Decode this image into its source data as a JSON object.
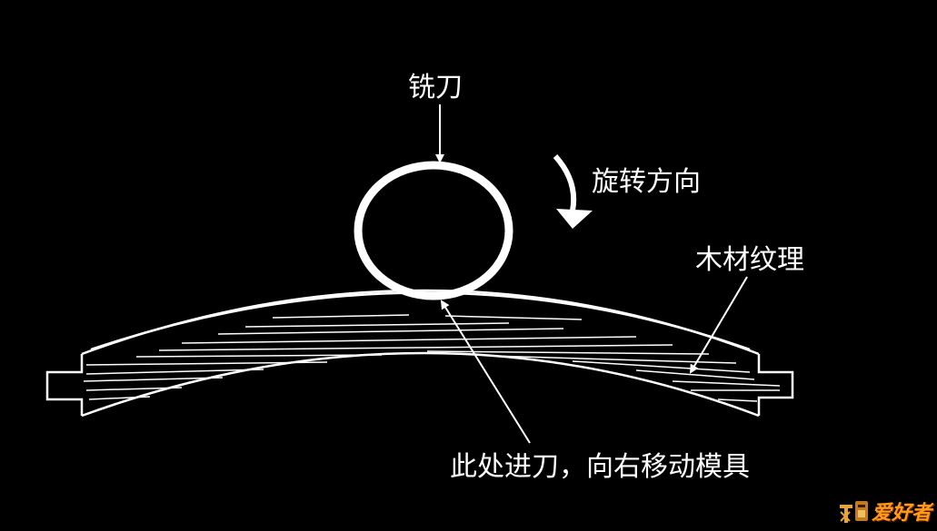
{
  "labels": {
    "cutter": "铣刀",
    "rotation": "旋转方向",
    "wood_grain": "木材纹理",
    "feed_instruction": "此处进刀，向右移动模具"
  },
  "watermark": {
    "text": "爱好者"
  },
  "colors": {
    "background": "#000000",
    "line": "#ffffff",
    "watermark": "#ff9a1a"
  }
}
